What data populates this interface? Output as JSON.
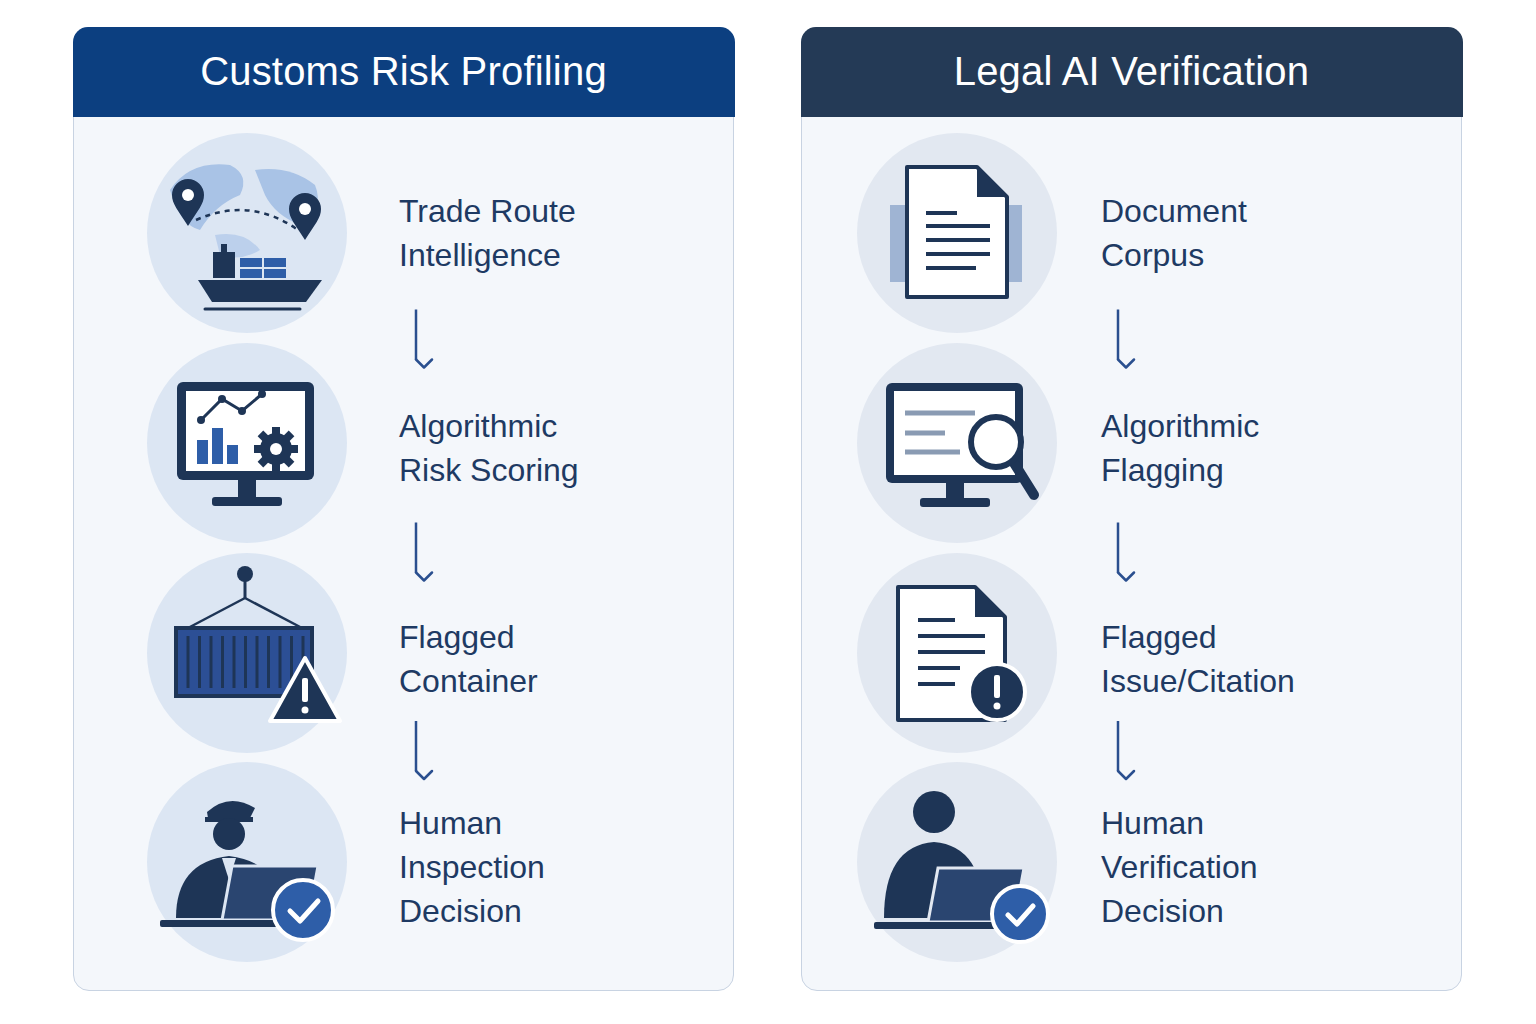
{
  "diagram": {
    "nodes": [
      {
        "text": [
          "Customs Risk Profiling"
        ]
      },
      {
        "text": [
          "Trade Route Intelligence"
        ],
        "in": 0
      },
      {
        "text": [
          "Algorithmic Risk Scoring"
        ],
        "in": 0
      },
      {
        "text": [
          "Flagged Container"
        ],
        "in": 0
      },
      {
        "text": [
          "Human Inspection Decision"
        ],
        "in": 0
      },
      {
        "text": [
          "Legal AI Verification"
        ]
      },
      {
        "text": [
          "Document Corpus"
        ],
        "in": 5
      },
      {
        "text": [
          "Algorithmic Flagging"
        ],
        "in": 5
      },
      {
        "text": [
          "Flagged Issue/Citation"
        ],
        "in": 5
      },
      {
        "text": [
          "Human Verification Decision"
        ],
        "in": 5
      }
    ],
    "edges": [
      {
        "from": 1,
        "to": 2,
        "arrow": "to"
      },
      {
        "from": 2,
        "to": 3,
        "arrow": "to"
      },
      {
        "from": 3,
        "to": 4,
        "arrow": "to"
      },
      {
        "from": 6,
        "to": 7,
        "arrow": "to"
      },
      {
        "from": 7,
        "to": 8,
        "arrow": "to"
      },
      {
        "from": 8,
        "to": 9,
        "arrow": "to"
      }
    ]
  }
}
